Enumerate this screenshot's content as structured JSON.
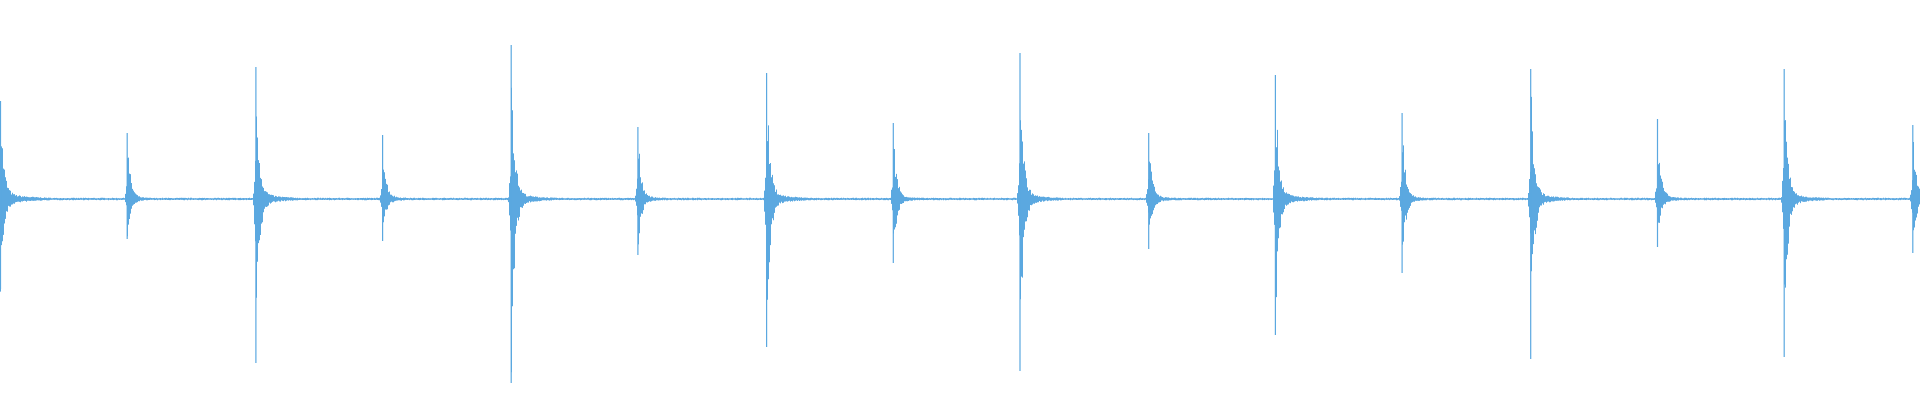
{
  "waveform": {
    "color": "#5ba8e0",
    "baseline_amplitude": 0.006,
    "transients": [
      {
        "time": 0.0,
        "peak_up": 0.49,
        "peak_down": 0.45,
        "tail_level": 0.03,
        "decay": 0.16
      },
      {
        "time": 0.066,
        "peak_up": 0.33,
        "peak_down": 0.2,
        "tail_level": 0.01,
        "decay": 0.22
      },
      {
        "time": 0.133,
        "peak_up": 0.66,
        "peak_down": 0.82,
        "tail_level": 0.03,
        "decay": 0.14
      },
      {
        "time": 0.199,
        "peak_up": 0.32,
        "peak_down": 0.21,
        "tail_level": 0.012,
        "decay": 0.22
      },
      {
        "time": 0.266,
        "peak_up": 0.77,
        "peak_down": 0.92,
        "tail_level": 0.03,
        "decay": 0.14
      },
      {
        "time": 0.332,
        "peak_up": 0.36,
        "peak_down": 0.28,
        "tail_level": 0.012,
        "decay": 0.22
      },
      {
        "time": 0.399,
        "peak_up": 0.63,
        "peak_down": 0.74,
        "tail_level": 0.03,
        "decay": 0.14
      },
      {
        "time": 0.465,
        "peak_up": 0.38,
        "peak_down": 0.32,
        "tail_level": 0.012,
        "decay": 0.22
      },
      {
        "time": 0.531,
        "peak_up": 0.73,
        "peak_down": 0.86,
        "tail_level": 0.028,
        "decay": 0.14
      },
      {
        "time": 0.598,
        "peak_up": 0.33,
        "peak_down": 0.25,
        "tail_level": 0.012,
        "decay": 0.22
      },
      {
        "time": 0.664,
        "peak_up": 0.62,
        "peak_down": 0.68,
        "tail_level": 0.03,
        "decay": 0.14
      },
      {
        "time": 0.73,
        "peak_up": 0.43,
        "peak_down": 0.37,
        "tail_level": 0.012,
        "decay": 0.22
      },
      {
        "time": 0.797,
        "peak_up": 0.65,
        "peak_down": 0.8,
        "tail_level": 0.028,
        "decay": 0.14
      },
      {
        "time": 0.863,
        "peak_up": 0.4,
        "peak_down": 0.24,
        "tail_level": 0.012,
        "decay": 0.22
      },
      {
        "time": 0.929,
        "peak_up": 0.65,
        "peak_down": 0.79,
        "tail_level": 0.028,
        "decay": 0.14
      },
      {
        "time": 0.996,
        "peak_up": 0.37,
        "peak_down": 0.27,
        "tail_level": 0.012,
        "decay": 0.22
      }
    ]
  }
}
